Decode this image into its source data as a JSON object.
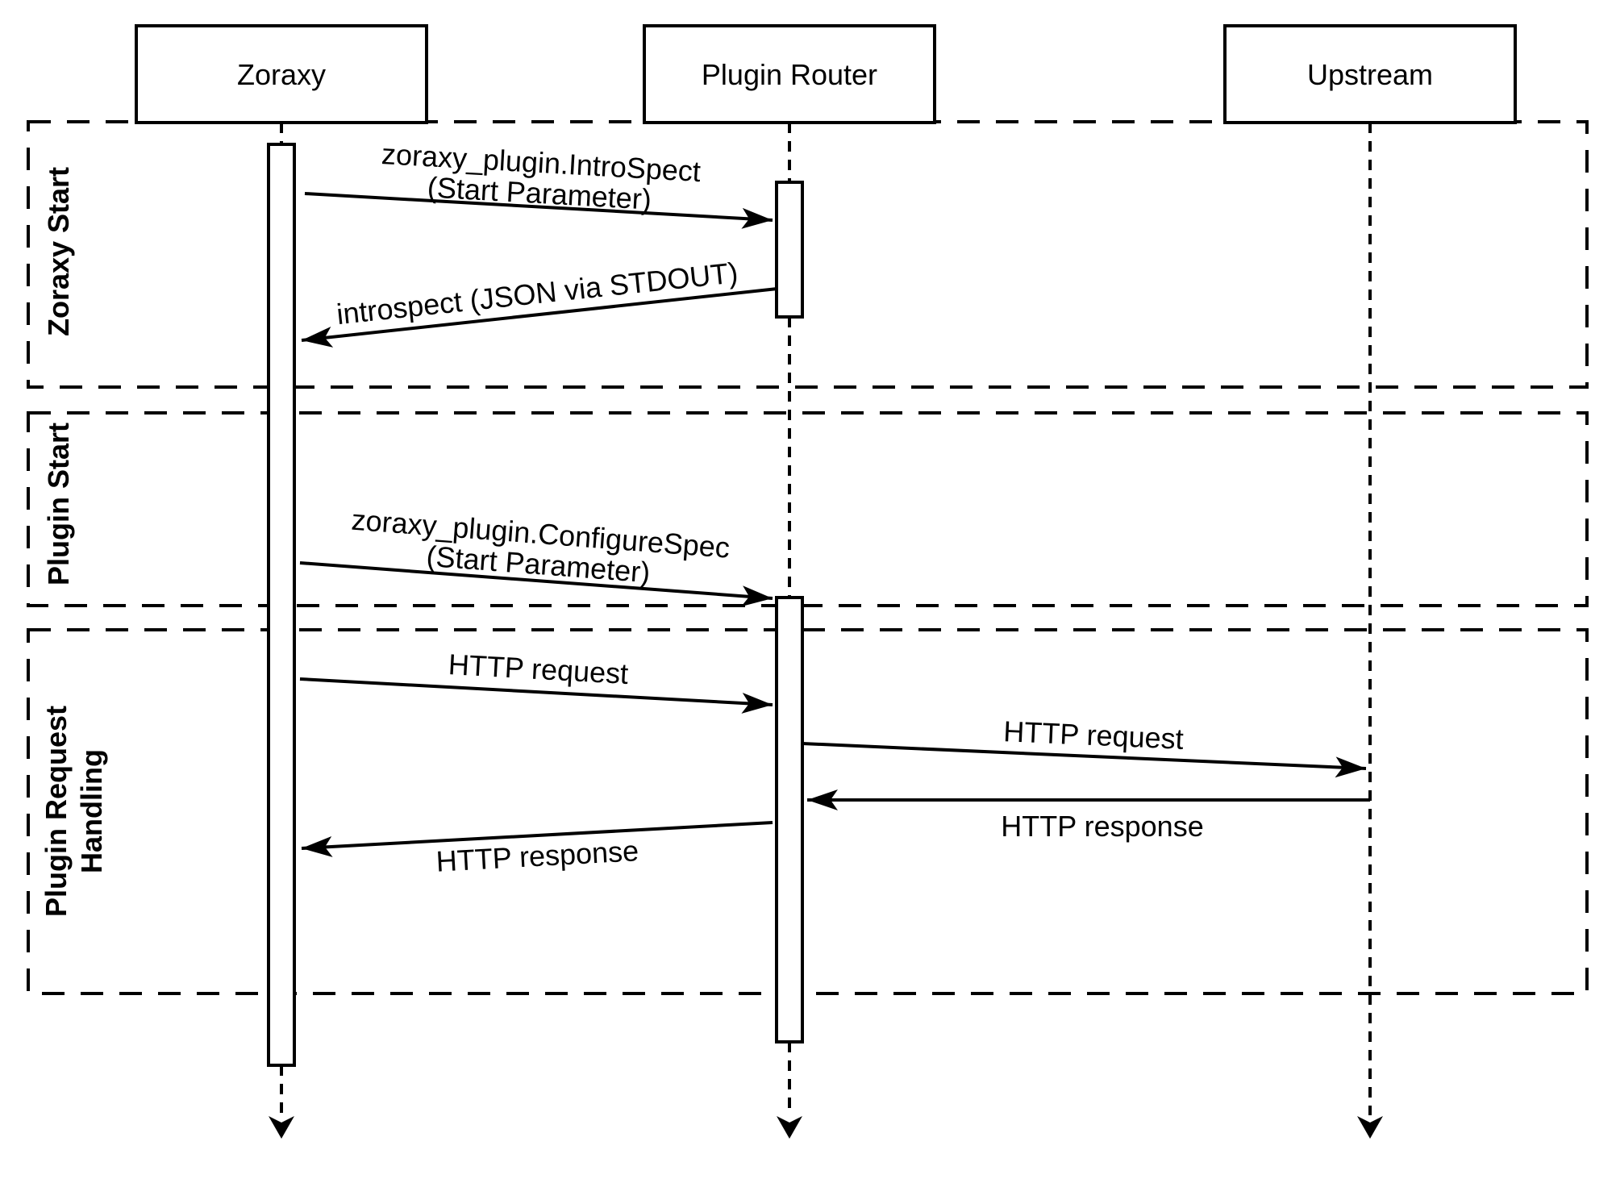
{
  "diagram": {
    "kind": "uml-sequence-diagram",
    "background_color": "#ffffff",
    "line_color": "#000000",
    "text_color": "#000000"
  },
  "actors": [
    {
      "name": "Zoraxy"
    },
    {
      "name": "Plugin Router"
    },
    {
      "name": "Upstream"
    }
  ],
  "groups": [
    {
      "label_lines": [
        "Zoraxy Start"
      ]
    },
    {
      "label_lines": [
        "Plugin Start"
      ]
    },
    {
      "label_lines": [
        "Plugin Request",
        "Handling"
      ]
    }
  ],
  "messages": [
    {
      "from": "Zoraxy",
      "to": "Plugin Router",
      "label_lines": [
        "zoraxy_plugin.IntroSpect",
        "(Start Parameter)"
      ]
    },
    {
      "from": "Plugin Router",
      "to": "Zoraxy",
      "label_lines": [
        "introspect (JSON via STDOUT)"
      ]
    },
    {
      "from": "Zoraxy",
      "to": "Plugin Router",
      "label_lines": [
        "zoraxy_plugin.ConfigureSpec",
        "(Start Parameter)"
      ]
    },
    {
      "from": "Zoraxy",
      "to": "Plugin Router",
      "label_lines": [
        "HTTP request"
      ]
    },
    {
      "from": "Plugin Router",
      "to": "Upstream",
      "label_lines": [
        "HTTP request"
      ]
    },
    {
      "from": "Upstream",
      "to": "Plugin Router",
      "label_lines": [
        "HTTP response"
      ]
    },
    {
      "from": "Plugin Router",
      "to": "Zoraxy",
      "label_lines": [
        "HTTP response"
      ]
    }
  ]
}
